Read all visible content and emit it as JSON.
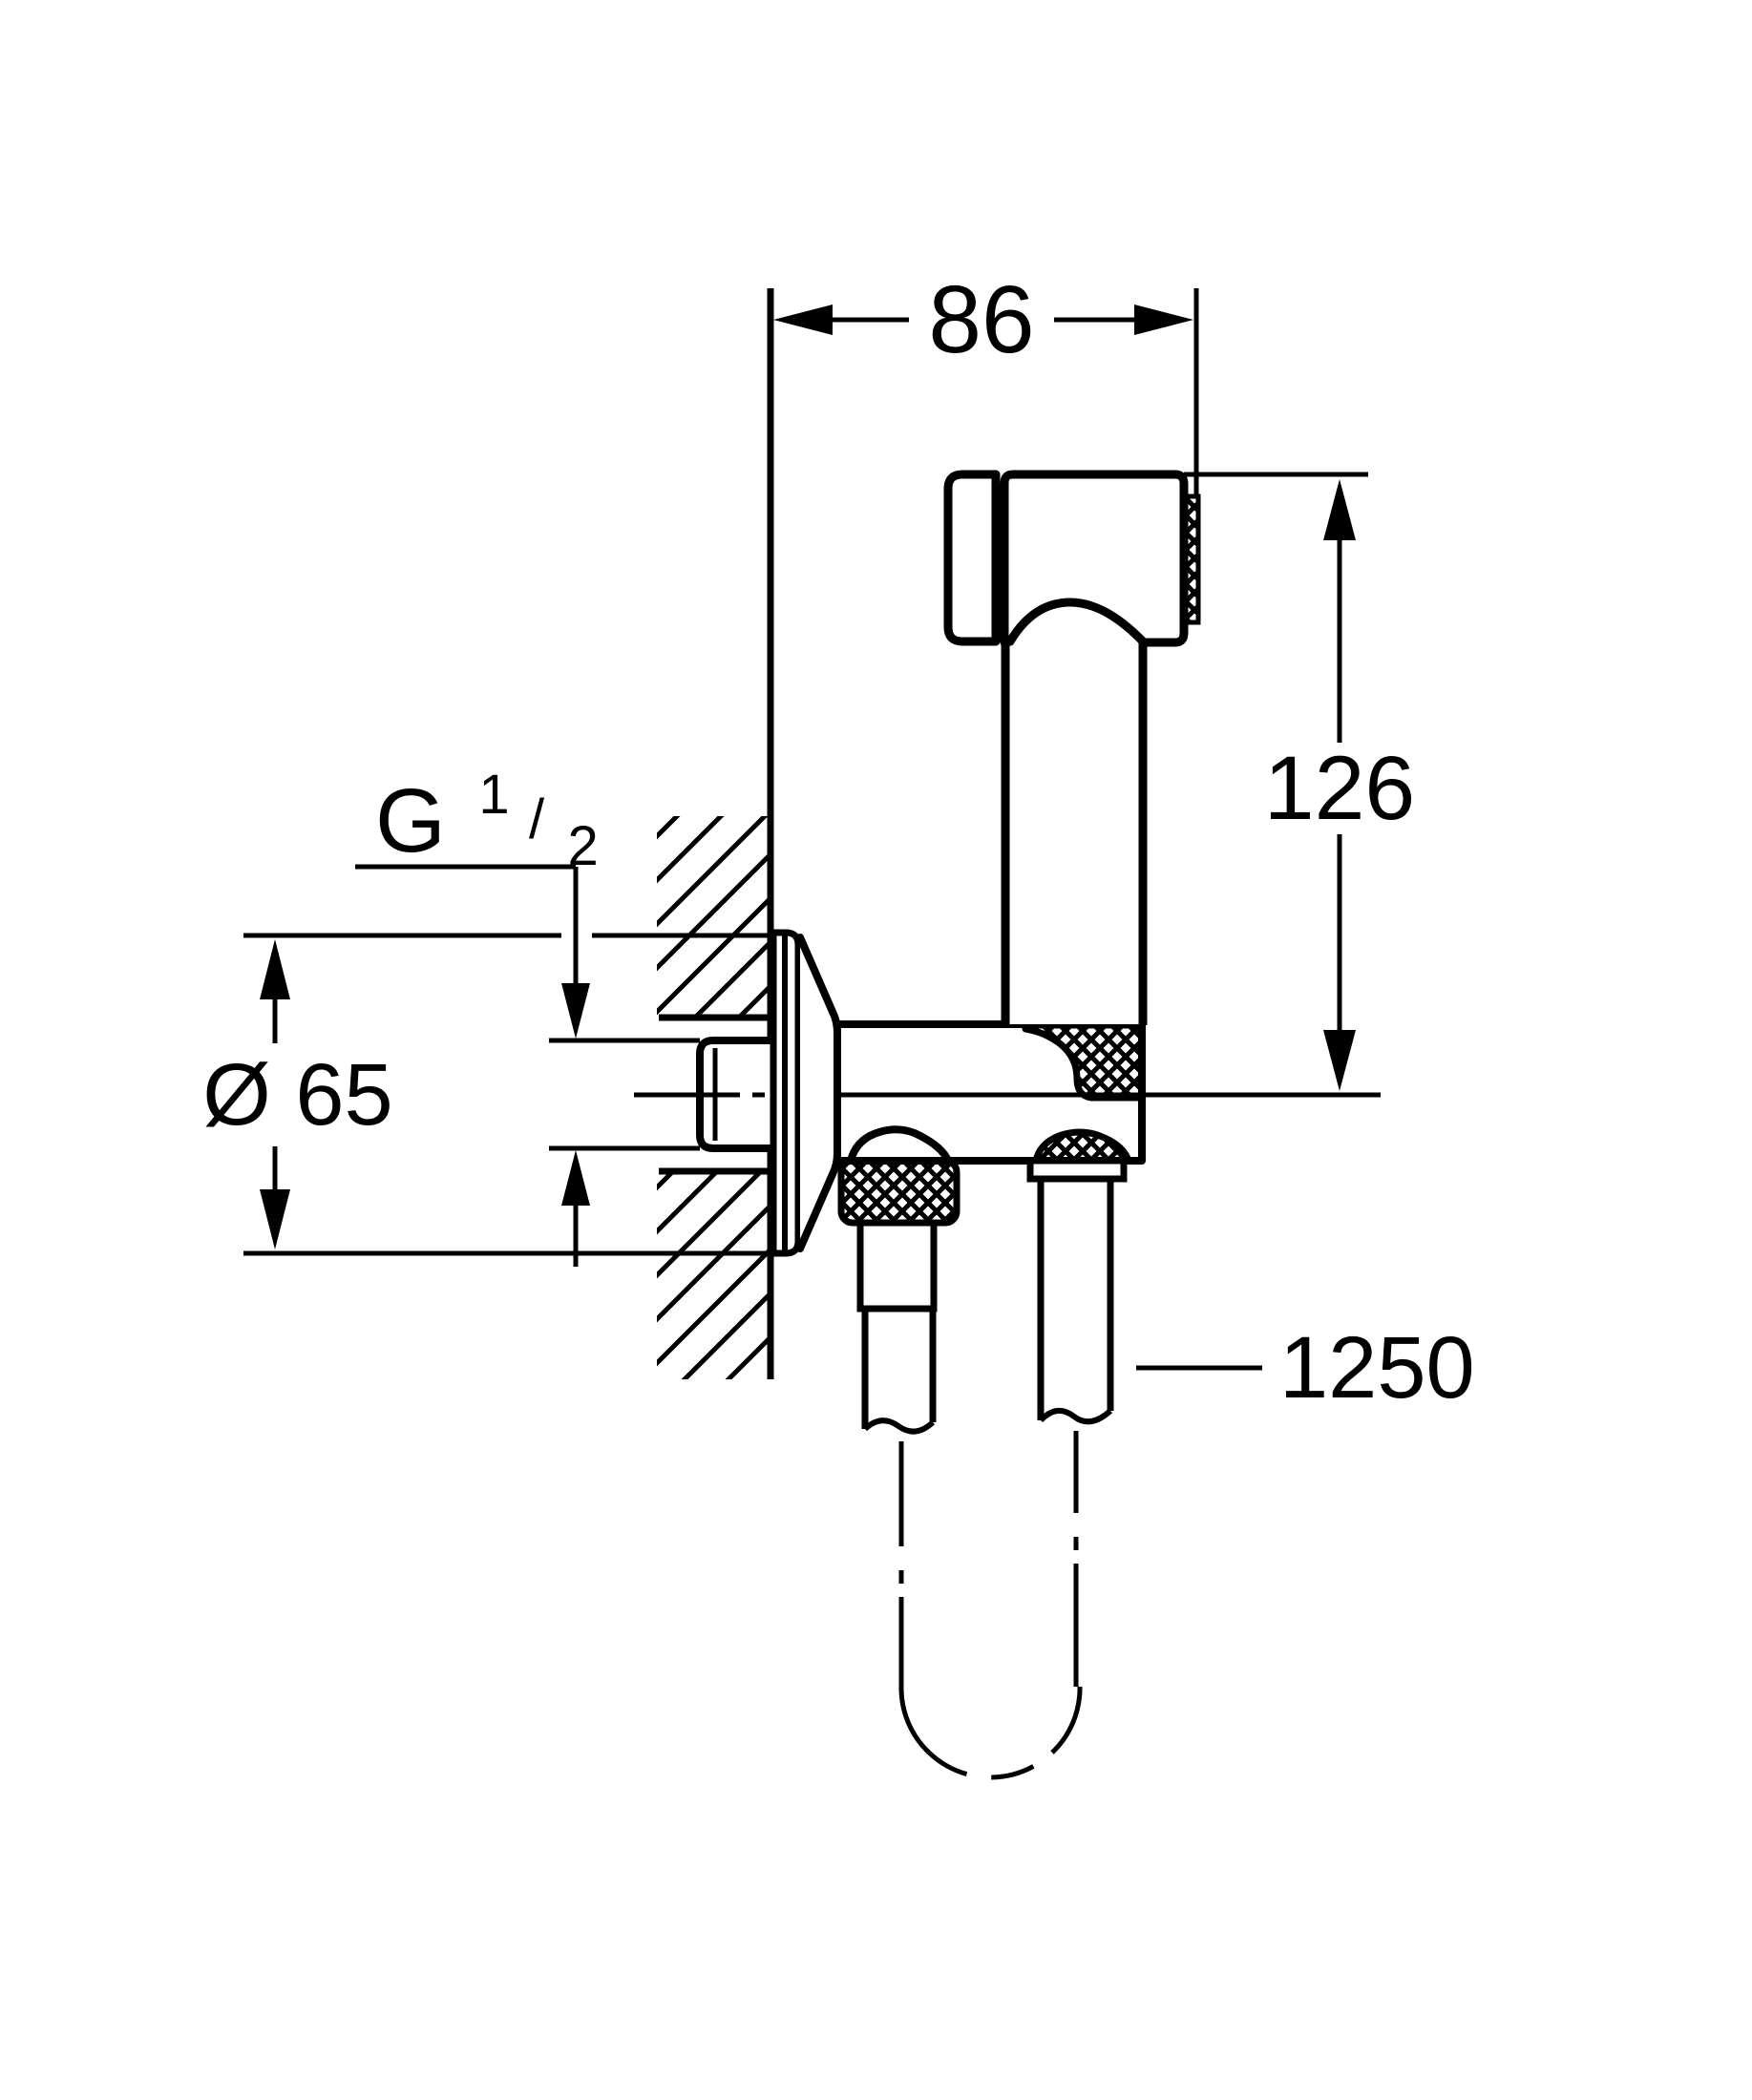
{
  "drawing": {
    "type": "technical-dimension-drawing",
    "subject": "wall-mounted trigger spray with holder union and shower hose, side section view",
    "colors": {
      "line": "#000000",
      "background": "#ffffff"
    }
  },
  "labels": {
    "width_top": "86",
    "height_right": "126",
    "thread_prefix": "G",
    "thread_numerator": "1",
    "thread_slash": "/",
    "thread_denominator": "2",
    "diameter": "Ø 65",
    "hose_length": "1250"
  }
}
